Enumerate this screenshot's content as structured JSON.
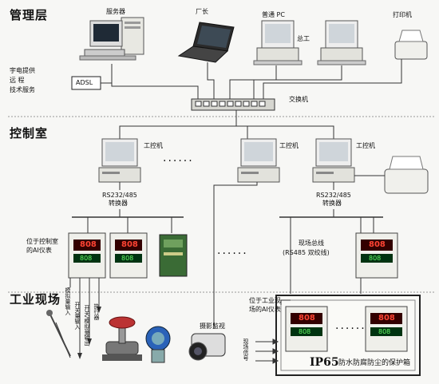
{
  "sections": {
    "management": "管理层",
    "control_room": "控制室",
    "industrial_site": "工业现场"
  },
  "devices": {
    "server": "服务器",
    "factory_head": "厂长",
    "normal_pc": "普通 PC",
    "general_engineer": "总工",
    "printer": "打印机",
    "adsl": "ADSL",
    "remote_support": [
      "宇电提供",
      "远        程",
      "技术服务"
    ],
    "switch": "交换机",
    "ipc_1": "工控机",
    "ipc_2": "工控机",
    "ipc_3": "工控机",
    "converter_1": [
      "RS232/485",
      "转换器"
    ],
    "converter_2": [
      "RS232/485",
      "转换器"
    ],
    "ai_in_control_room": [
      "位于控制室",
      "的AI仪表"
    ],
    "fieldbus": [
      "现场总线",
      "(RS485 双绞线)"
    ],
    "ai_in_field": [
      "位于工业现",
      "场的AI仪表"
    ],
    "camera": "摄影监视",
    "analog_input": "模拟量输入",
    "switch_input": "开关量输入",
    "analog_output": "开关/模拟量输出",
    "actuator": "执行器",
    "field_signal": "现场信号",
    "enclosure_prefix": "IP65",
    "enclosure_text": "防水防腐防尘的保护箱"
  },
  "meter": {
    "pv": "808",
    "sv": "808"
  },
  "ellipsis": "......"
}
